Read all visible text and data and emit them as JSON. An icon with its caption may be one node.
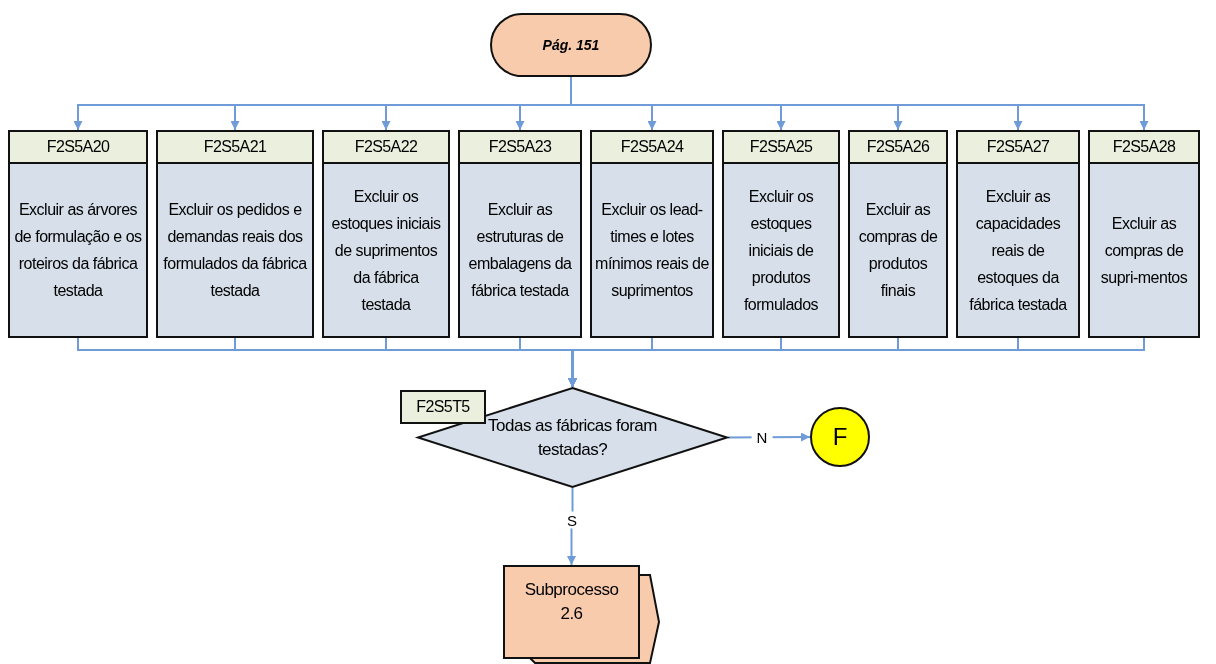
{
  "diagram": {
    "nodes": [
      {
        "text": [
          "Pág. 151"
        ]
      },
      {
        "text": [
          "F2S5A20",
          "Excluir as árvores de formulação e os roteiros da fábrica testada"
        ]
      },
      {
        "text": [
          "F2S5A21",
          "Excluir os pedidos e demandas reais dos formulados da fábrica testada"
        ]
      },
      {
        "text": [
          "F2S5A22",
          "Excluir os estoques iniciais de suprimentos da fábrica testada"
        ]
      },
      {
        "text": [
          "F2S5A23",
          "Excluir as estruturas de embalagens da fábrica testada"
        ]
      },
      {
        "text": [
          "F2S5A24",
          "Excluir os lead-times e lotes mínimos reais de suprimentos"
        ]
      },
      {
        "text": [
          "F2S5A25",
          "Excluir os estoques iniciais de produtos formulados"
        ]
      },
      {
        "text": [
          "F2S5A26",
          "Excluir as compras de produtos finais"
        ]
      },
      {
        "text": [
          "F2S5A27",
          "Excluir as capacidades reais de estoques da fábrica testada"
        ]
      },
      {
        "text": [
          "F2S5A28",
          "Excluir as compras de supri-mentos"
        ]
      },
      {
        "text": [
          "Todas as fábricas foram testadas?"
        ],
        "beside": [
          "F2S5T5"
        ]
      },
      {
        "text": [
          "F"
        ]
      },
      {
        "text": [
          "Subprocesso 2.6"
        ]
      }
    ],
    "edges": [
      {
        "from": 0,
        "to": 1,
        "arrow": "to"
      },
      {
        "from": 0,
        "to": 2,
        "arrow": "to"
      },
      {
        "from": 0,
        "to": 3,
        "arrow": "to"
      },
      {
        "from": 0,
        "to": 4,
        "arrow": "to"
      },
      {
        "from": 0,
        "to": 5,
        "arrow": "to"
      },
      {
        "from": 0,
        "to": 6,
        "arrow": "to"
      },
      {
        "from": 0,
        "to": 7,
        "arrow": "to"
      },
      {
        "from": 0,
        "to": 8,
        "arrow": "to"
      },
      {
        "from": 0,
        "to": 9,
        "arrow": "to"
      },
      {
        "from": 1,
        "to": 10,
        "arrow": "to"
      },
      {
        "from": 2,
        "to": 10,
        "arrow": "to"
      },
      {
        "from": 3,
        "to": 10,
        "arrow": "to"
      },
      {
        "from": 4,
        "to": 10,
        "arrow": "to"
      },
      {
        "from": 5,
        "to": 10,
        "arrow": "to"
      },
      {
        "from": 6,
        "to": 10,
        "arrow": "to"
      },
      {
        "from": 7,
        "to": 10,
        "arrow": "to"
      },
      {
        "from": 8,
        "to": 10,
        "arrow": "to"
      },
      {
        "from": 9,
        "to": 10,
        "arrow": "to"
      },
      {
        "from": 10,
        "to": 11,
        "arrow": "to",
        "label": "N"
      },
      {
        "from": 10,
        "to": 12,
        "arrow": "to",
        "label": "S"
      }
    ]
  }
}
